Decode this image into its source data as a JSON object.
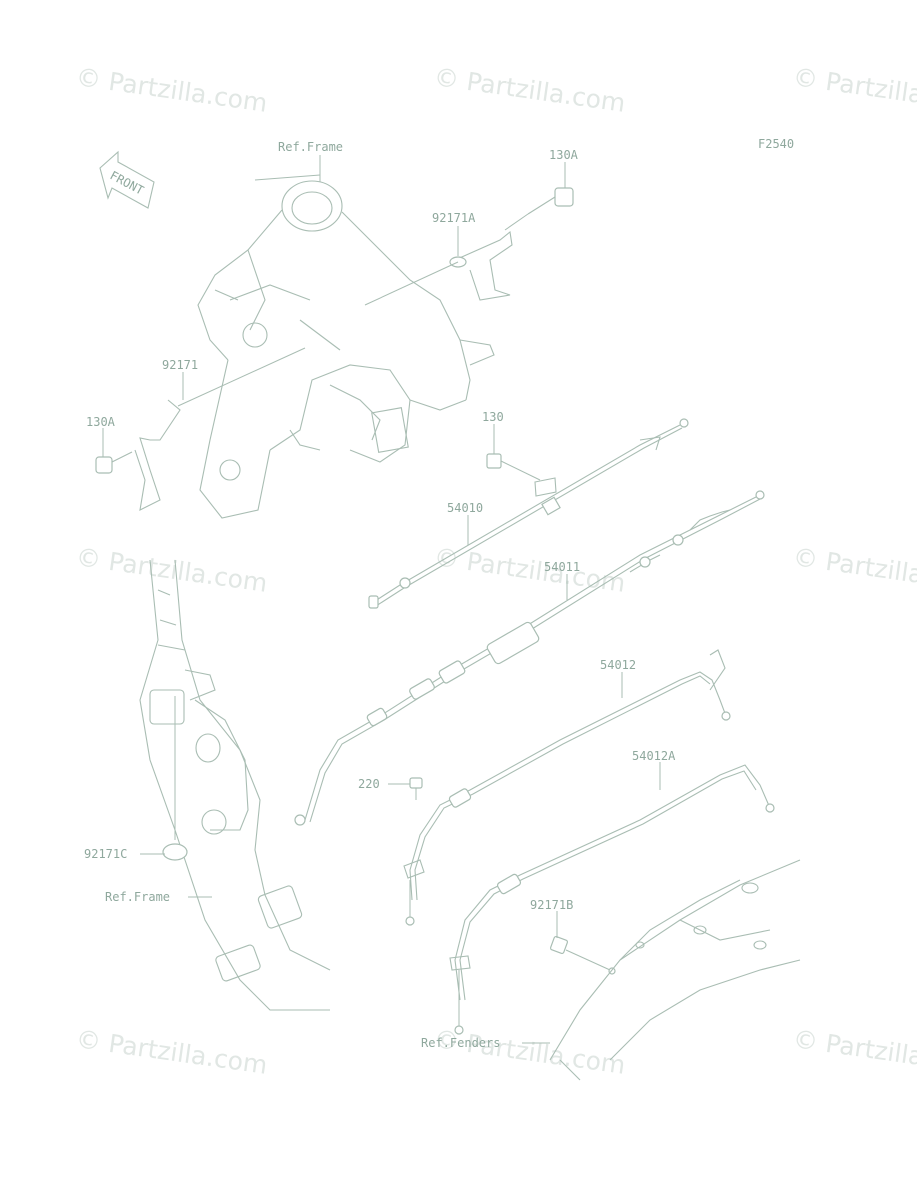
{
  "diagram": {
    "code": "F2540",
    "front_label": "FRONT",
    "watermarks": [
      "© Partzilla.com",
      "© Partzilla.com",
      "© Partzilla.com",
      "© Partzilla.com",
      "© Partzilla.com",
      "© Partzilla.com",
      "© Partzilla.com",
      "© Partzilla.com",
      "© Partzilla.com"
    ],
    "labels": {
      "ref_frame_top": "Ref.Frame",
      "p130a_top": "130A",
      "p92171a": "92171A",
      "p92171": "92171",
      "p130a_left": "130A",
      "p130": "130",
      "p54010": "54010",
      "p54011": "54011",
      "p54012": "54012",
      "p220": "220",
      "p54012a": "54012A",
      "p92171c": "92171C",
      "ref_frame_bottom": "Ref.Frame",
      "p92171b": "92171B",
      "ref_fenders": "Ref.Fenders"
    }
  }
}
